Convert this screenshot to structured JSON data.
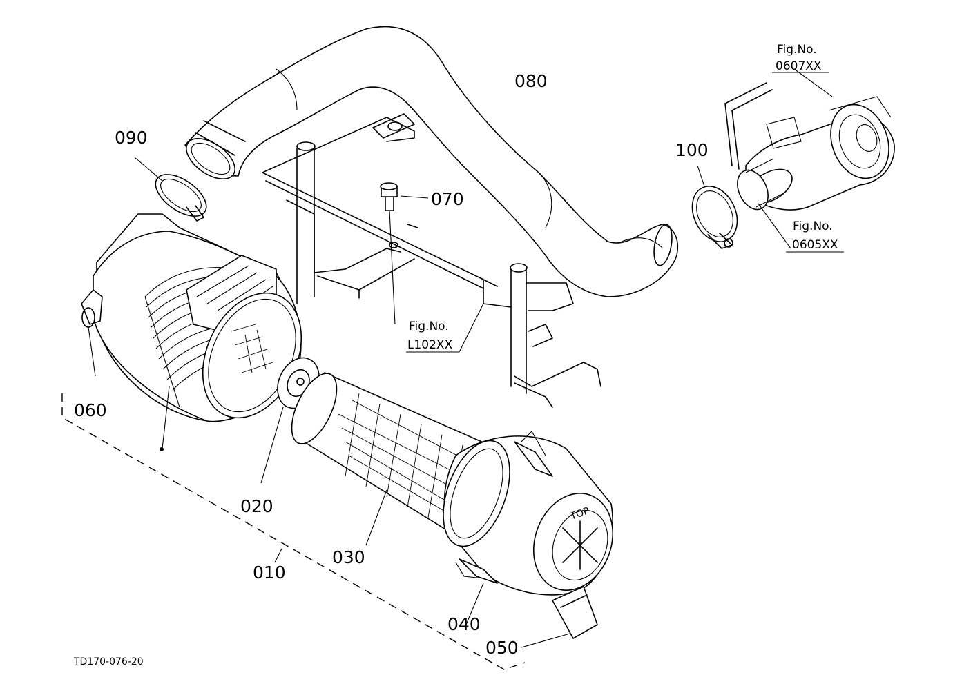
{
  "diagram": {
    "part_labels": {
      "p010": "010",
      "p020": "020",
      "p030": "030",
      "p040": "040",
      "p050": "050",
      "p060": "060",
      "p070": "070",
      "p080": "080",
      "p090": "090",
      "p100": "100"
    },
    "figure_refs": {
      "ref_0607": {
        "line1": "Fig.No.",
        "line2": "0607XX"
      },
      "ref_0605": {
        "line1": "Fig.No.",
        "line2": "0605XX"
      },
      "ref_L102": {
        "line1": "Fig.No.",
        "line2": "L102XX"
      }
    },
    "drawing_code": "TD170-076-20",
    "cap_marking": "TOP"
  }
}
